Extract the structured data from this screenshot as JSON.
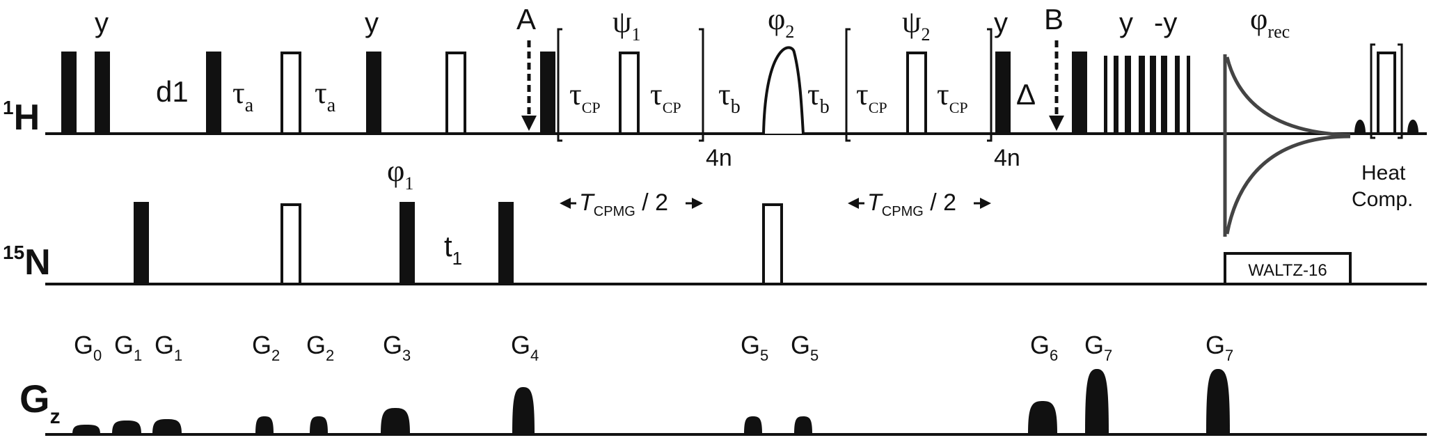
{
  "channels": {
    "h1": {
      "mass": "1",
      "symbol": "H"
    },
    "n15": {
      "mass": "15",
      "symbol": "N"
    },
    "gz": {
      "symbol": "G",
      "sub": "z"
    }
  },
  "h_phases": {
    "y_first": "y",
    "y_second": "y",
    "psi1": {
      "sym": "ψ",
      "sub": "1"
    },
    "phi2": {
      "sym": "φ",
      "sub": "2"
    },
    "psi2": {
      "sym": "ψ",
      "sub": "2"
    },
    "y_third": "y",
    "y_train": "y",
    "neg_y_train": "-y",
    "phi_rec": {
      "sym": "φ",
      "sub": "rec"
    }
  },
  "points": {
    "a": "A",
    "b": "B"
  },
  "delays": {
    "d1": "d1",
    "tau": "τ",
    "tau_a_sub": "a",
    "tau_b_sub": "b",
    "tau_cp_sub": "CP",
    "delta": "Δ",
    "t1": "t",
    "t1_sub": "1"
  },
  "cpmg": {
    "repeat": "4n",
    "t_sym": "T",
    "t_sub": "CPMG",
    "over2": " / 2"
  },
  "n_phases": {
    "phi1": {
      "sym": "φ",
      "sub": "1"
    }
  },
  "decoupling": {
    "waltz": "WALTZ-16"
  },
  "heat_comp": {
    "line1": "Heat",
    "line2": "Comp."
  },
  "gradients": [
    {
      "sym": "G",
      "sub": "0"
    },
    {
      "sym": "G",
      "sub": "1"
    },
    {
      "sym": "G",
      "sub": "1"
    },
    {
      "sym": "G",
      "sub": "2"
    },
    {
      "sym": "G",
      "sub": "2"
    },
    {
      "sym": "G",
      "sub": "3"
    },
    {
      "sym": "G",
      "sub": "4"
    },
    {
      "sym": "G",
      "sub": "5"
    },
    {
      "sym": "G",
      "sub": "5"
    },
    {
      "sym": "G",
      "sub": "6"
    },
    {
      "sym": "G",
      "sub": "7"
    },
    {
      "sym": "G",
      "sub": "7"
    }
  ],
  "colors": {
    "ink": "#111111",
    "fid": "#444444"
  }
}
